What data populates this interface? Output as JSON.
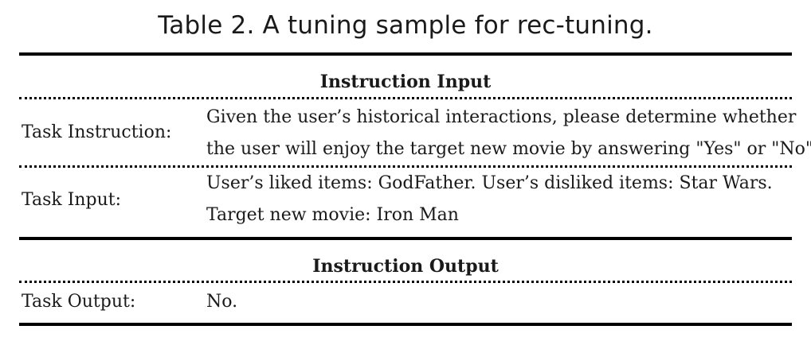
{
  "table": {
    "caption": "Table 2.  A tuning sample for rec-tuning.",
    "instruction_input": {
      "heading": "Instruction Input",
      "task_instruction": {
        "label": "Task Instruction:",
        "lines": [
          "Given the user’s historical interactions, please determine whether",
          "the user will enjoy the target new movie by answering \"Yes\" or \"No\"."
        ]
      },
      "task_input": {
        "label": "Task Input:",
        "lines": [
          "User’s liked items: GodFather. User’s disliked items: Star Wars.",
          "Target new movie: Iron Man"
        ]
      }
    },
    "instruction_output": {
      "heading": "Instruction Output",
      "task_output": {
        "label": "Task Output:",
        "value": "No."
      }
    }
  }
}
